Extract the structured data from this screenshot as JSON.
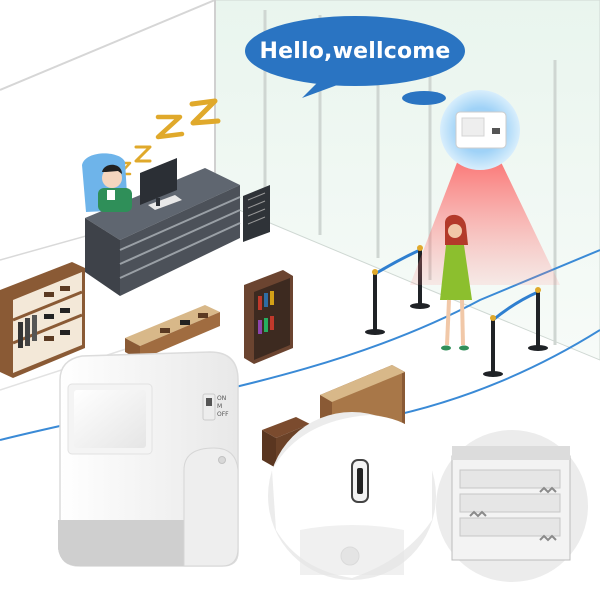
{
  "greeting": "Hello,wellcome",
  "switch": {
    "on": "ON",
    "m": "M",
    "off": "OFF"
  },
  "colors": {
    "bubble": "#2a74c2",
    "floor_line": "#3a8ad6",
    "sensor_beam": "#ff5a5a",
    "device_body": "#f6f6f6"
  },
  "icons": [
    "sleep-z-icon",
    "motion-sensor-icon",
    "usb-port-icon",
    "battery-compartment-icon"
  ]
}
